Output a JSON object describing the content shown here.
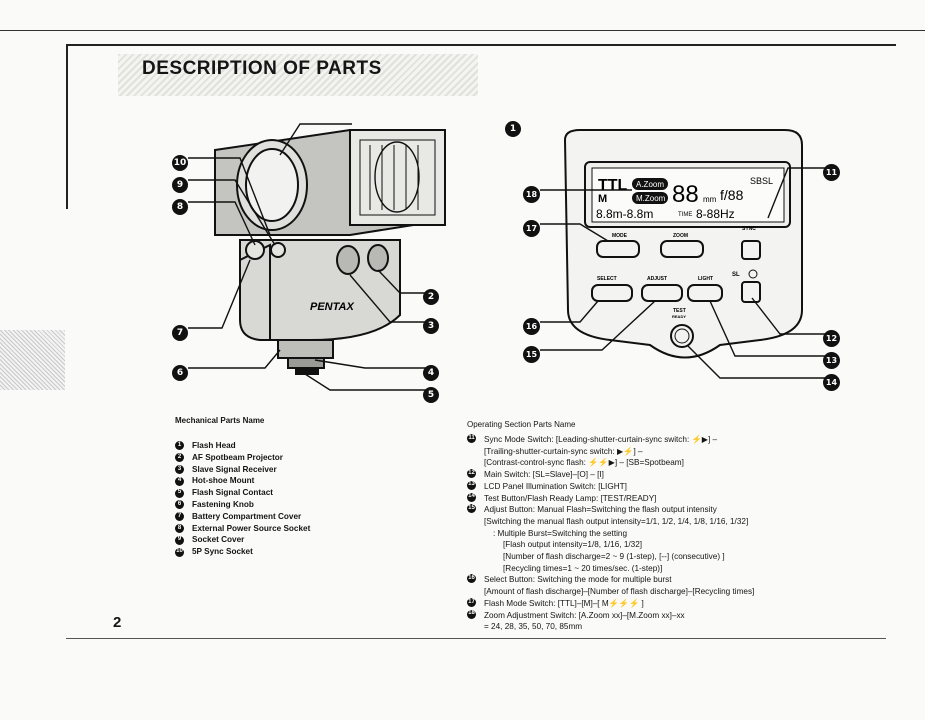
{
  "page": {
    "title": "DESCRIPTION OF PARTS",
    "page_number": "2"
  },
  "flash_callouts": [
    "1",
    "2",
    "3",
    "4",
    "5",
    "6",
    "7",
    "8",
    "9",
    "10"
  ],
  "panel_callouts": [
    "11",
    "12",
    "13",
    "14",
    "15",
    "16",
    "17",
    "18"
  ],
  "lcd": {
    "ttl": "TTL",
    "azoom": "A.Zoom",
    "mzoom": "M.Zoom",
    "m": "M",
    "digits": "88",
    "mm": "mm",
    "fnum": "f/88",
    "sbsl": "SBSL",
    "row3": "8.8m-8.8m",
    "time": "TIME",
    "hz": "8-88Hz"
  },
  "panel_labels": {
    "mode": "MODE",
    "zoom": "ZOOM",
    "sync": "SYNC",
    "select": "SELECT",
    "adjust": "ADJUST",
    "light": "LIGHT",
    "sl": "SL",
    "test": "TEST",
    "ready": "READY"
  },
  "brand": "PENTAX",
  "mechanical": {
    "heading": "Mechanical Parts Name",
    "items": [
      {
        "n": "1",
        "label": "Flash Head"
      },
      {
        "n": "2",
        "label": "AF Spotbeam Projector"
      },
      {
        "n": "3",
        "label": "Slave Signal Receiver"
      },
      {
        "n": "4",
        "label": "Hot-shoe Mount"
      },
      {
        "n": "5",
        "label": "Flash Signal Contact"
      },
      {
        "n": "6",
        "label": "Fastening Knob"
      },
      {
        "n": "7",
        "label": "Battery Compartment Cover"
      },
      {
        "n": "8",
        "label": "External Power Source Socket"
      },
      {
        "n": "9",
        "label": "Socket Cover"
      },
      {
        "n": "10",
        "label": "5P Sync Socket"
      }
    ]
  },
  "operating": {
    "heading": "Operating Section Parts Name",
    "lines": [
      {
        "n": "11",
        "text": "Sync Mode Switch: [Leading-shutter-curtain-sync switch: ⚡▶] –"
      },
      {
        "n": "",
        "text": "[Trailing-shutter-curtain-sync switch: ▶⚡] –"
      },
      {
        "n": "",
        "text": "[Contrast-control-sync flash: ⚡⚡▶] – [SB=Spotbeam]"
      },
      {
        "n": "12",
        "text": "Main Switch: [SL=Slave]–[O] – [I]"
      },
      {
        "n": "13",
        "text": "LCD Panel Illumination Switch: [LIGHT]"
      },
      {
        "n": "14",
        "text": "Test Button/Flash Ready Lamp: [TEST/READY]"
      },
      {
        "n": "15",
        "text": "Adjust Button: Manual Flash=Switching the flash output intensity"
      },
      {
        "n": "",
        "text": "[Switching the manual flash output intensity=1/1, 1/2, 1/4, 1/8, 1/16, 1/32]"
      },
      {
        "n": "",
        "text": ": Multiple Burst=Switching the setting"
      },
      {
        "n": "",
        "text": "[Flash output intensity=1/8, 1/16, 1/32]"
      },
      {
        "n": "",
        "text": "[Number of flash discharge=2 ~ 9 (1-step), [--] (consecutive) ]"
      },
      {
        "n": "",
        "text": "[Recycling times=1 ~ 20 times/sec. (1-step)]"
      },
      {
        "n": "16",
        "text": "Select Button: Switching the mode for multiple burst"
      },
      {
        "n": "",
        "text": "[Amount of flash discharge]–[Number of flash discharge]–[Recycling times]"
      },
      {
        "n": "17",
        "text": "Flash Mode Switch: [TTL]–[M]–[ M⚡⚡⚡ ]"
      },
      {
        "n": "18",
        "text": "Zoom Adjustment Switch: [A.Zoom xx]–[M.Zoom xx]–xx"
      },
      {
        "n": "",
        "text": "= 24, 28, 35, 50, 70, 85mm"
      }
    ]
  }
}
